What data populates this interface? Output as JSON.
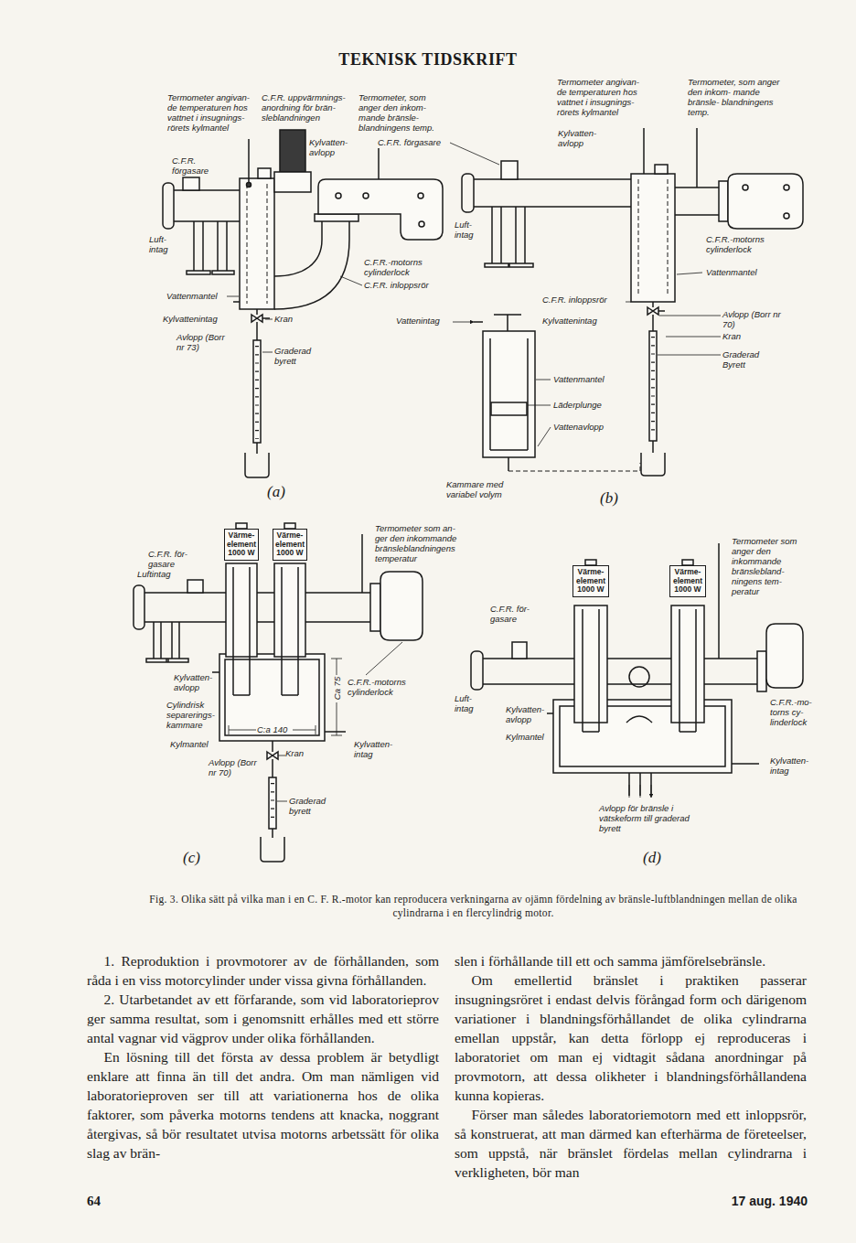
{
  "diagram": {
    "title": "TEKNISK TIDSKRIFT",
    "caption": "Fig. 3. Olika sätt på vilka man i en C. F. R.-motor kan reproducera verkningarna av ojämn fördelning av bränsle-luftblandningen mellan de olika cylindrarna i en flercylindrig motor.",
    "nodes": [
      {
        "text": [
          "Värme- element",
          "1000 W"
        ]
      },
      {
        "text": [
          "Värme- element",
          "1000 W"
        ]
      },
      {
        "text": [
          "Värme- element",
          "1000 W"
        ]
      },
      {
        "text": [
          "Värme- element",
          "1000 W"
        ]
      }
    ],
    "labels": [
      "Termometer angivan- de temperaturen hos vattnet i insugnings- rörets kylmantel",
      "C.F.R. uppvärmnings- anordning för brän- sleblandningen",
      "Termometer, som anger den inkom- mande bränsle- blandningens temp.",
      "Termometer angivan- de temperaturen hos vattnet i insugnings- rörets kylmantel",
      "Termometer, som anger den inkom- mande bränsle- blandningens temp.",
      "C.F.R. förgasare",
      "Kylvatten- avlopp",
      "C.F.R. förgasare",
      "Kylvatten- avlopp",
      "Luft- intag",
      "Luft- intag",
      "C.F.R.-motorns cylinderlock",
      "C.F.R.-motorns cylinderlock",
      "Vattenmantel",
      "C.F.R. inloppsrör",
      "Vattenmantel",
      "C.F.R. inloppsrör",
      "Kylvattenintag",
      "Kran",
      "Vattenintag",
      "Kylvattenintag",
      "Avlopp (Borr nr 70)",
      "Avlopp (Borr nr 73)",
      "Kran",
      "Graderad byrett",
      "Graderad Byrett",
      "Vattenmantel",
      "Läderplunge",
      "Vattenavlopp",
      "Kammare med variabel volym",
      "(a)",
      "(b)",
      "Termometer som an- ger den inkommande bränsleblandningens temperatur",
      "Termometer som anger den inkommande bränslebland- ningens tem- peratur",
      "C.F.R. för- gasare",
      "Luftintag",
      "C.F.R. för- gasare",
      "Ca 75",
      "C.F.R.-motorns cylinderlock",
      "Kylvatten- avlopp",
      "Luft- intag",
      "C.F.R.-mo- torns cy- linderlock",
      "Kylvatten- avlopp",
      "Cylindrisk separerings- kammare",
      "Kylmantel",
      "C:a 140",
      "Kylmantel",
      "Kylvatten- intag",
      "Kylvatten- intag",
      "Avlopp (Borr nr 70)",
      "Kran",
      "Graderad byrett",
      "Avlopp för bränsle i vätskeform till graderad byrett",
      "(c)",
      "(d)",
      "1. Reproduktion i provmotorer av de förhållanden, som råda i en viss motorcylinder under vissa givna förhållanden.",
      "2. Utarbetandet av ett förfarande, som vid laboratorieprov ger samma resultat, som i genomsnitt erhålles med ett större antal vagnar vid vägprov under olika förhållanden.",
      "En lösning till det första av dessa problem är betydligt enklare att finna än till det andra. Om man nämligen vid laboratorieproven ser till att variationerna hos de olika faktorer, som påverka motorns tendens att knacka, noggrant återgivas, så bör resultatet utvisa motorns arbetssätt för olika slag av brän-",
      "slen i förhållande till ett och samma jämförelsebränsle.",
      "Om emellertid bränslet i praktiken passerar insugningsröret i endast delvis förångad form och därigenom variationer i blandningsförhållandet de olika cylindrarna emellan uppstår, kan detta förlopp ej reproduceras i laboratoriet om man ej vidtagit sådana anordningar på provmotorn, att dessa olikheter i blandningsförhållandena kunna kopieras.",
      "Förser man således laboratoriemotorn med ett inloppsrör, så konstruerat, att man därmed kan efterhärma de företeelser, som uppstå, när bränslet fördelas mellan cylindrarna i verkligheten, bör man",
      "64",
      "17 aug. 1940"
    ]
  }
}
